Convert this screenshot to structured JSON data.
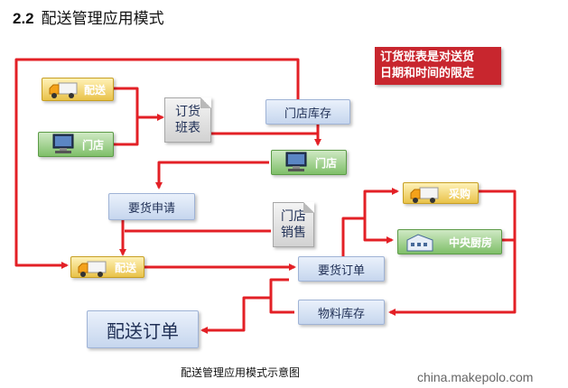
{
  "header": {
    "section_number": "2.2",
    "section_title": "配送管理应用模式"
  },
  "note": {
    "line1": "订货班表是对送货",
    "line2": "日期和时间的限定"
  },
  "nodes": {
    "delivery_top": "配送",
    "store_top": "门店",
    "order_schedule_l1": "订货",
    "order_schedule_l2": "班表",
    "store_inventory": "门店库存",
    "store_mid": "门店",
    "request": "要货申请",
    "store_sales_l1": "门店",
    "store_sales_l2": "销售",
    "delivery_mid": "配送",
    "purchase": "采购",
    "central_kitchen": "中央厨房",
    "request_order": "要货订单",
    "material_inventory": "物料库存",
    "delivery_order": "配送订单"
  },
  "caption": "配送管理应用模式示意图",
  "watermark": "china.makepolo.com",
  "colors": {
    "arrow": "#e32026",
    "note_bg": "#c8262e",
    "blue_text": "#1f2f55"
  }
}
